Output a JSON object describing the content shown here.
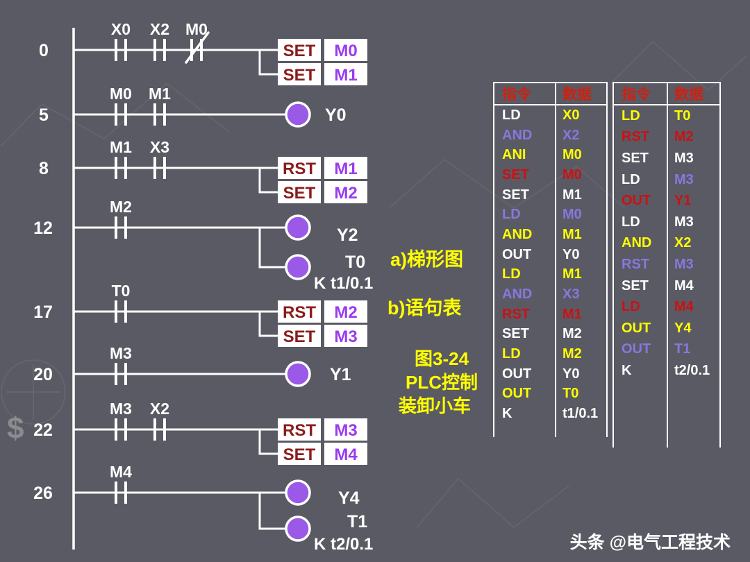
{
  "page": {
    "watermark": "头条 @电气工程技术",
    "background_color": "#5a5a64",
    "decor_glyph": "$"
  },
  "captions": {
    "ladder_label": "a)梯形图",
    "statement_label": "b)语句表",
    "figure_number": "图3-24",
    "figure_title_line1": "PLC控制",
    "figure_title_line2": "装卸小车"
  },
  "colors": {
    "rail": "#ffffff",
    "coil_fill": "#9b59e8",
    "box_background": "#ffffff",
    "box_op_text": "#8b1c1c",
    "box_operand_text": "#9b3bee",
    "caption_text": "#ffff00",
    "table_header_text": "#cc2211",
    "table_white": "#ffffff",
    "table_yellow": "#ffff00",
    "table_red": "#cc1111",
    "table_purple": "#8877dd"
  },
  "ladder": {
    "rungs": [
      {
        "number": "0",
        "contacts": [
          {
            "label": "X0",
            "type": "NO"
          },
          {
            "label": "X2",
            "type": "NO"
          },
          {
            "label": "M0",
            "type": "NC"
          }
        ],
        "outputs": [
          {
            "kind": "box",
            "op": "SET",
            "operand": "M0"
          },
          {
            "kind": "box",
            "op": "SET",
            "operand": "M1"
          }
        ]
      },
      {
        "number": "5",
        "contacts": [
          {
            "label": "M0",
            "type": "NO"
          },
          {
            "label": "M1",
            "type": "NO"
          }
        ],
        "outputs": [
          {
            "kind": "coil",
            "label": "Y0"
          }
        ]
      },
      {
        "number": "8",
        "contacts": [
          {
            "label": "M1",
            "type": "NO"
          },
          {
            "label": "X3",
            "type": "NO"
          }
        ],
        "outputs": [
          {
            "kind": "box",
            "op": "RST",
            "operand": "M1"
          },
          {
            "kind": "box",
            "op": "SET",
            "operand": "M2"
          }
        ]
      },
      {
        "number": "12",
        "contacts": [
          {
            "label": "M2",
            "type": "NO"
          }
        ],
        "outputs": [
          {
            "kind": "coil",
            "label": "Y2"
          },
          {
            "kind": "coil",
            "label": "T0",
            "sublabel": "K t1/0.1"
          }
        ]
      },
      {
        "number": "17",
        "contacts": [
          {
            "label": "T0",
            "type": "NO"
          }
        ],
        "outputs": [
          {
            "kind": "box",
            "op": "RST",
            "operand": "M2"
          },
          {
            "kind": "box",
            "op": "SET",
            "operand": "M3"
          }
        ]
      },
      {
        "number": "20",
        "contacts": [
          {
            "label": "M3",
            "type": "NO"
          }
        ],
        "outputs": [
          {
            "kind": "coil",
            "label": "Y1"
          }
        ]
      },
      {
        "number": "22",
        "contacts": [
          {
            "label": "M3",
            "type": "NO"
          },
          {
            "label": "X2",
            "type": "NO"
          }
        ],
        "outputs": [
          {
            "kind": "box",
            "op": "RST",
            "operand": "M3"
          },
          {
            "kind": "box",
            "op": "SET",
            "operand": "M4"
          }
        ]
      },
      {
        "number": "26",
        "contacts": [
          {
            "label": "M4",
            "type": "NO"
          }
        ],
        "outputs": [
          {
            "kind": "coil",
            "label": "Y4"
          },
          {
            "kind": "coil",
            "label": "T1",
            "sublabel": "K t2/0.1"
          }
        ]
      }
    ]
  },
  "statement_tables": [
    {
      "headers": {
        "instr": "指令",
        "operand": "数据"
      },
      "rows": [
        {
          "instr": "LD",
          "instr_color": "#ffffff",
          "operand": "X0",
          "operand_color": "#ffff00"
        },
        {
          "instr": "AND",
          "instr_color": "#8877dd",
          "operand": "X2",
          "operand_color": "#8877dd"
        },
        {
          "instr": "ANI",
          "instr_color": "#ffff00",
          "operand": "M0",
          "operand_color": "#ffff00"
        },
        {
          "instr": "SET",
          "instr_color": "#cc1111",
          "operand": "M0",
          "operand_color": "#cc1111"
        },
        {
          "instr": "SET",
          "instr_color": "#ffffff",
          "operand": "M1",
          "operand_color": "#ffffff"
        },
        {
          "instr": "LD",
          "instr_color": "#8877dd",
          "operand": "M0",
          "operand_color": "#8877dd"
        },
        {
          "instr": "AND",
          "instr_color": "#ffff00",
          "operand": "M1",
          "operand_color": "#ffff00"
        },
        {
          "instr": "OUT",
          "instr_color": "#ffffff",
          "operand": "Y0",
          "operand_color": "#ffffff"
        },
        {
          "instr": "LD",
          "instr_color": "#ffff00",
          "operand": "M1",
          "operand_color": "#ffff00"
        },
        {
          "instr": "AND",
          "instr_color": "#8877dd",
          "operand": "X3",
          "operand_color": "#8877dd"
        },
        {
          "instr": "RST",
          "instr_color": "#cc1111",
          "operand": "M1",
          "operand_color": "#cc1111"
        },
        {
          "instr": "SET",
          "instr_color": "#ffffff",
          "operand": "M2",
          "operand_color": "#ffffff"
        },
        {
          "instr": "LD",
          "instr_color": "#ffff00",
          "operand": "M2",
          "operand_color": "#ffff00"
        },
        {
          "instr": "OUT",
          "instr_color": "#ffffff",
          "operand": "Y0",
          "operand_color": "#ffffff"
        },
        {
          "instr": "OUT",
          "instr_color": "#ffff00",
          "operand": "T0",
          "operand_color": "#ffff00"
        },
        {
          "instr": "K",
          "instr_color": "#ffffff",
          "operand": "t1/0.1",
          "operand_color": "#ffffff"
        }
      ]
    },
    {
      "headers": {
        "instr": "指令",
        "operand": "数据"
      },
      "rows": [
        {
          "instr": "LD",
          "instr_color": "#ffff00",
          "operand": "T0",
          "operand_color": "#ffff00"
        },
        {
          "instr": "RST",
          "instr_color": "#cc1111",
          "operand": "M2",
          "operand_color": "#cc1111"
        },
        {
          "instr": "SET",
          "instr_color": "#ffffff",
          "operand": "M3",
          "operand_color": "#ffffff"
        },
        {
          "instr": "LD",
          "instr_color": "#ffffff",
          "operand": "M3",
          "operand_color": "#8877dd"
        },
        {
          "instr": "OUT",
          "instr_color": "#cc1111",
          "operand": "Y1",
          "operand_color": "#cc1111"
        },
        {
          "instr": "LD",
          "instr_color": "#ffffff",
          "operand": "M3",
          "operand_color": "#ffffff"
        },
        {
          "instr": "AND",
          "instr_color": "#ffff00",
          "operand": "X2",
          "operand_color": "#ffff00"
        },
        {
          "instr": "RST",
          "instr_color": "#8877dd",
          "operand": "M3",
          "operand_color": "#8877dd"
        },
        {
          "instr": "SET",
          "instr_color": "#ffffff",
          "operand": "M4",
          "operand_color": "#ffffff"
        },
        {
          "instr": "LD",
          "instr_color": "#cc1111",
          "operand": "M4",
          "operand_color": "#cc1111"
        },
        {
          "instr": "OUT",
          "instr_color": "#ffff00",
          "operand": "Y4",
          "operand_color": "#ffff00"
        },
        {
          "instr": "OUT",
          "instr_color": "#8877dd",
          "operand": "T1",
          "operand_color": "#8877dd"
        },
        {
          "instr": "K",
          "instr_color": "#ffffff",
          "operand": "t2/0.1",
          "operand_color": "#ffffff"
        }
      ]
    }
  ]
}
